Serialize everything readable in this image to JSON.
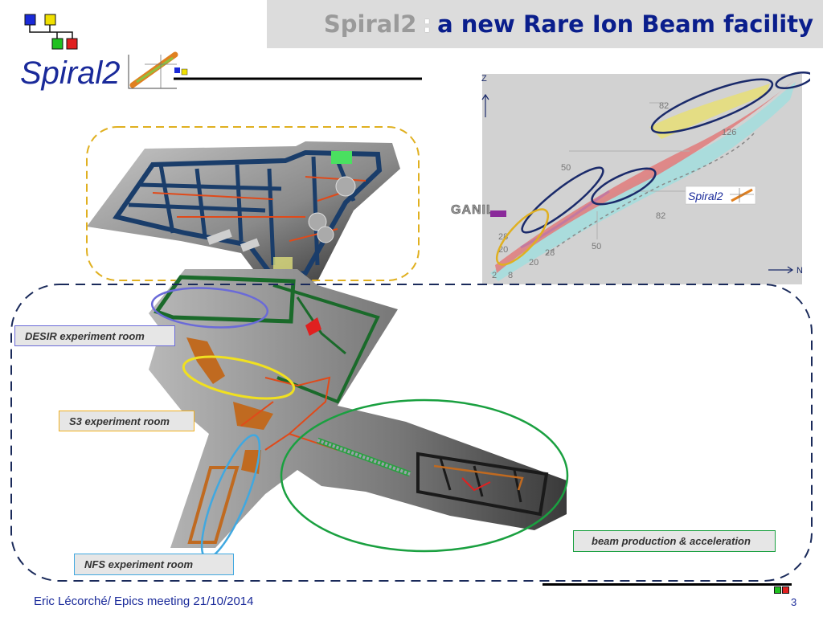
{
  "header": {
    "title_part1": "Spiral2",
    "title_sep": ":",
    "title_part2": "a new Rare Ion Beam facility"
  },
  "logo": {
    "text": "Spiral2"
  },
  "nuclide_chart": {
    "axis_z": "Z",
    "axis_n": "N",
    "numbers": [
      "82",
      "126",
      "50",
      "82",
      "50",
      "28",
      "20",
      "28",
      "20",
      "2",
      "8"
    ],
    "ganil_text": "GANIL",
    "spiral2_badge": "Spiral2"
  },
  "rooms": {
    "desir": "DESIR experiment room",
    "s3": "S3 experiment room",
    "nfs": "NFS experiment room",
    "beam": "beam production & acceleration"
  },
  "footer": {
    "text": "Eric Lécorché/ Epics meeting 21/10/2014",
    "page": "3"
  },
  "colors": {
    "title_blue": "#0a1e8c",
    "gold": "#e0b020",
    "navy": "#1a2a6a",
    "desir": "#6a6ad8",
    "s3": "#f0e020",
    "nfs": "#40a8e0",
    "beam": "#1aa040"
  }
}
